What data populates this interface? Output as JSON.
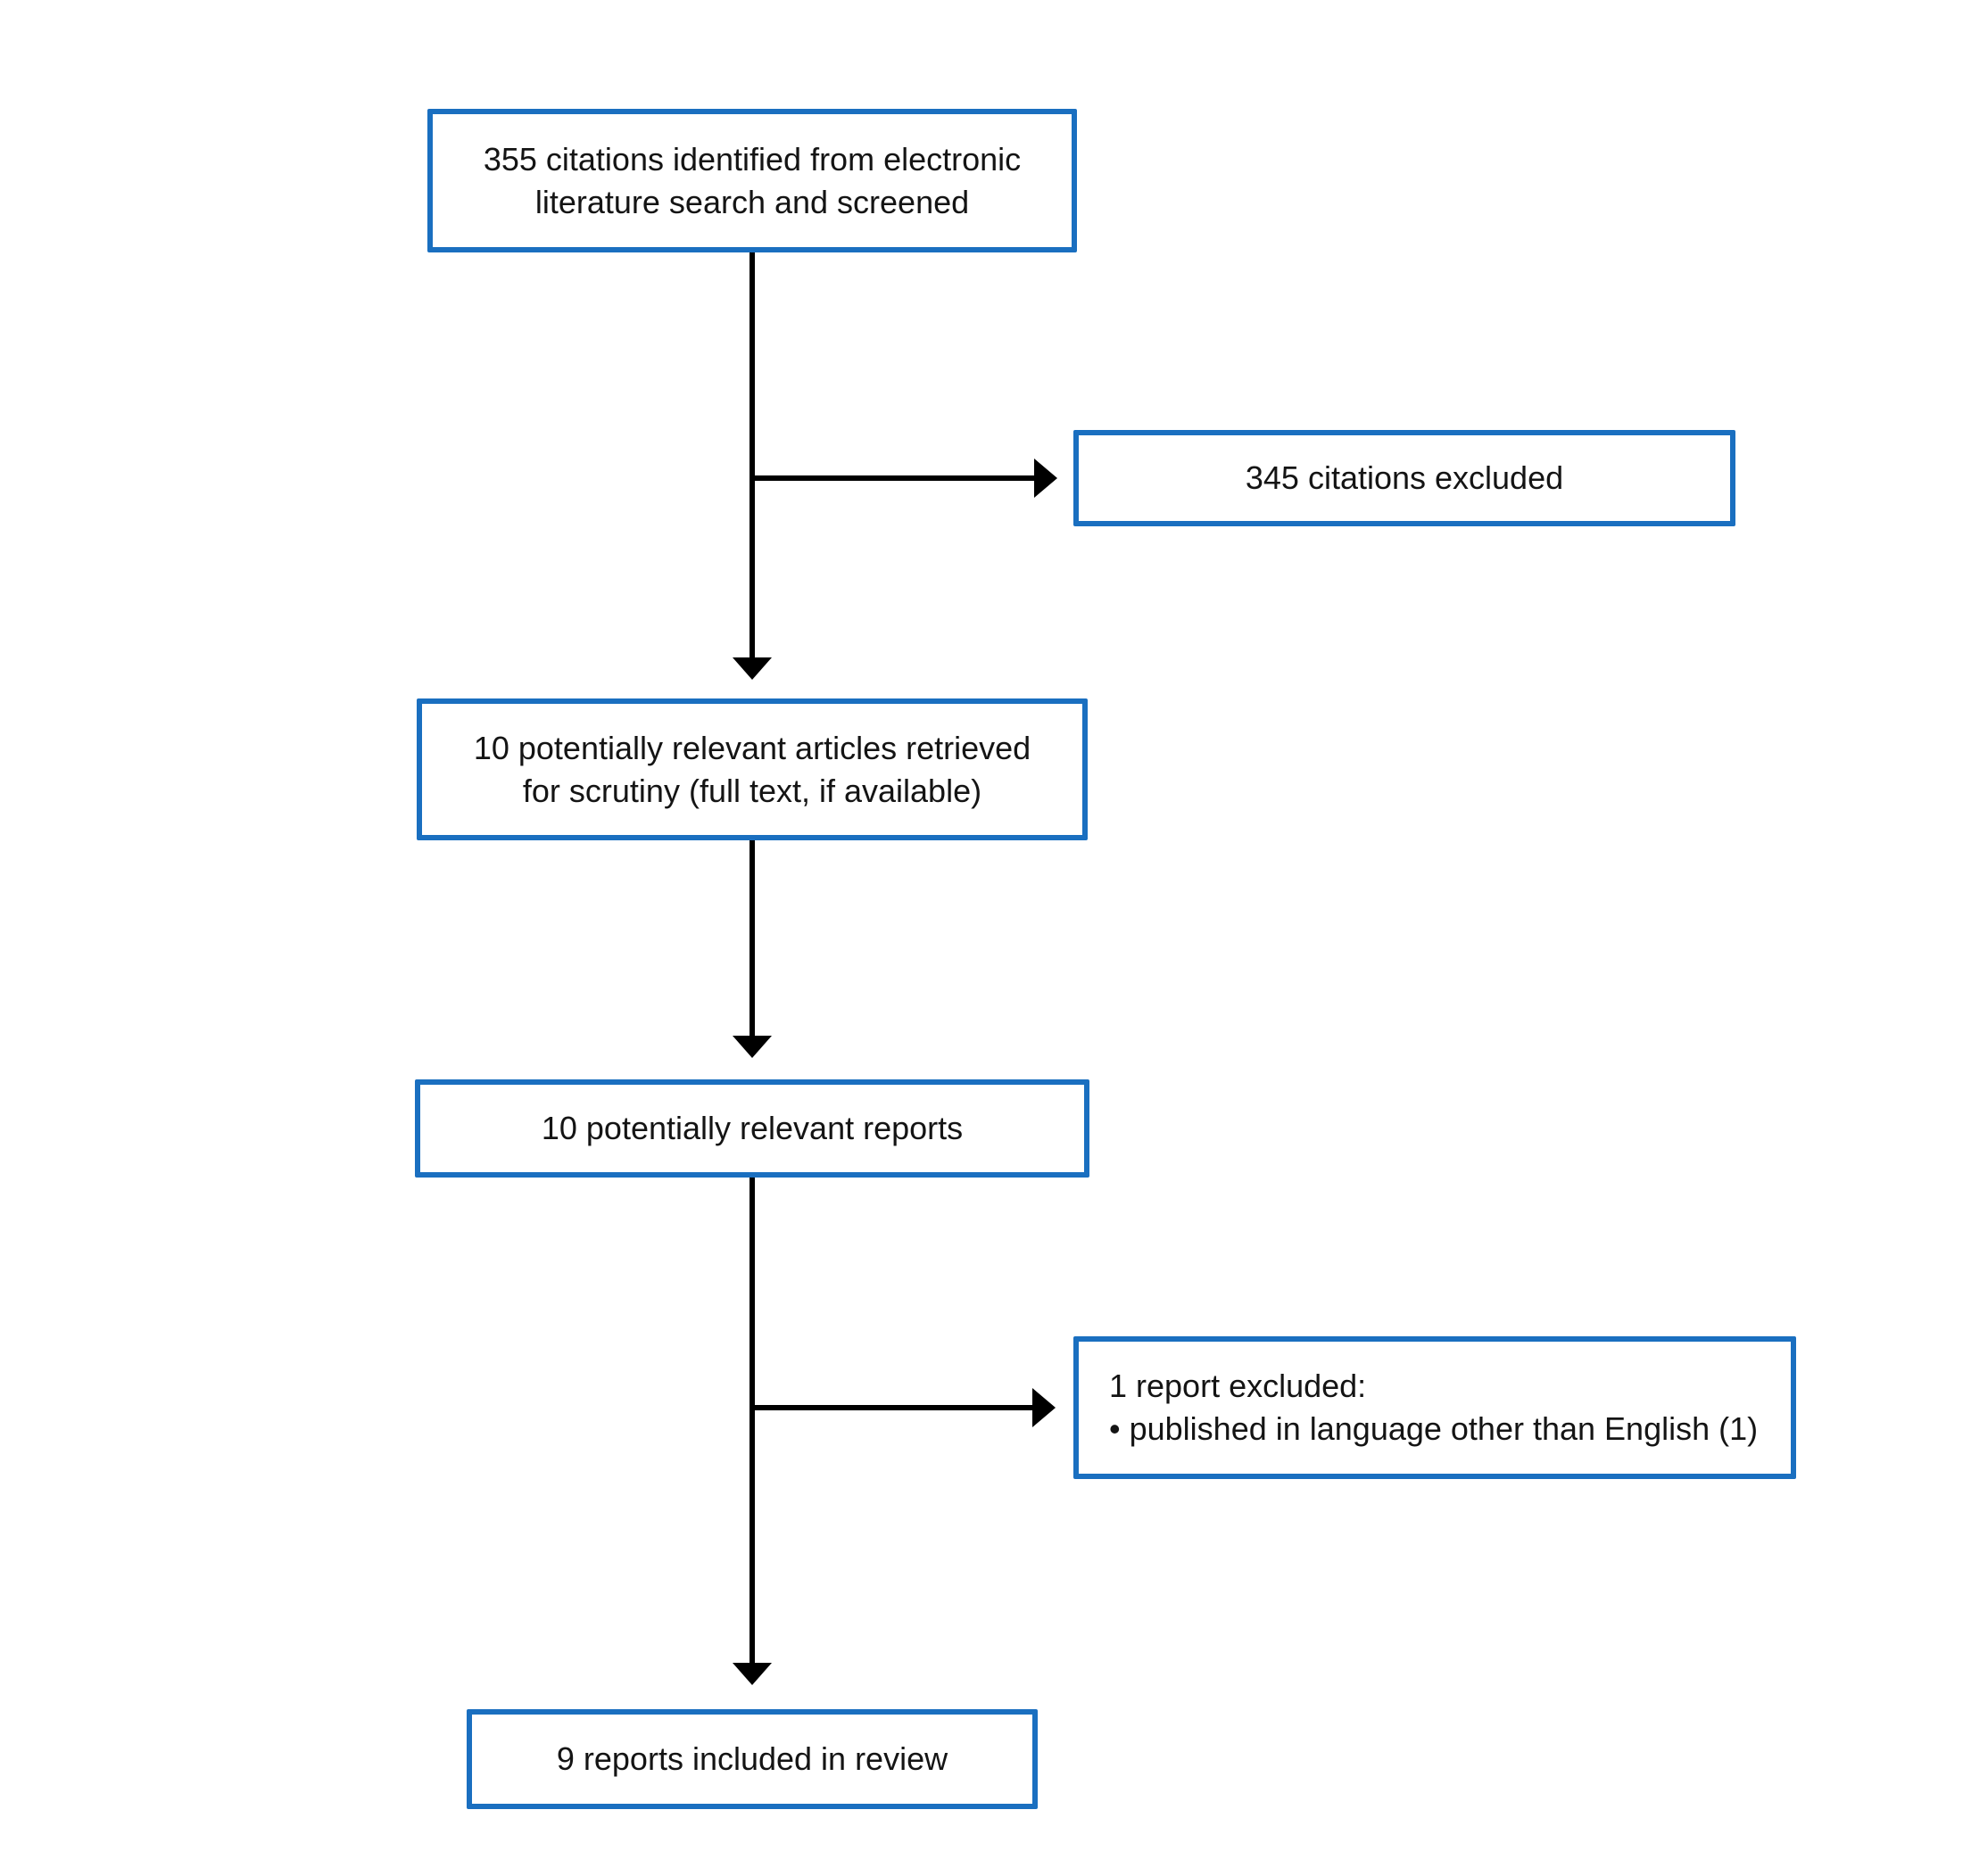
{
  "diagram_type": "literature-screening-flowchart",
  "colors": {
    "background": "#ffffff",
    "box_border": "#1a6fc0",
    "box_fill": "#ffffff",
    "arrow": "#000000",
    "text": "#141414"
  },
  "flow": {
    "boxes": {
      "identified": {
        "lines": [
          "355 citations identified from electronic",
          "literature search and screened"
        ]
      },
      "citations_excluded": {
        "lines": [
          "345 citations excluded"
        ]
      },
      "retrieved": {
        "lines": [
          "10 potentially relevant articles retrieved",
          "for scrutiny (full text, if available)"
        ]
      },
      "relevant_reports": {
        "lines": [
          "10 potentially relevant reports"
        ]
      },
      "report_excluded": {
        "lines": [
          "1 report excluded:",
          "• published in language other than English (1)"
        ]
      },
      "included": {
        "lines": [
          "9 reports included in review"
        ]
      }
    }
  }
}
